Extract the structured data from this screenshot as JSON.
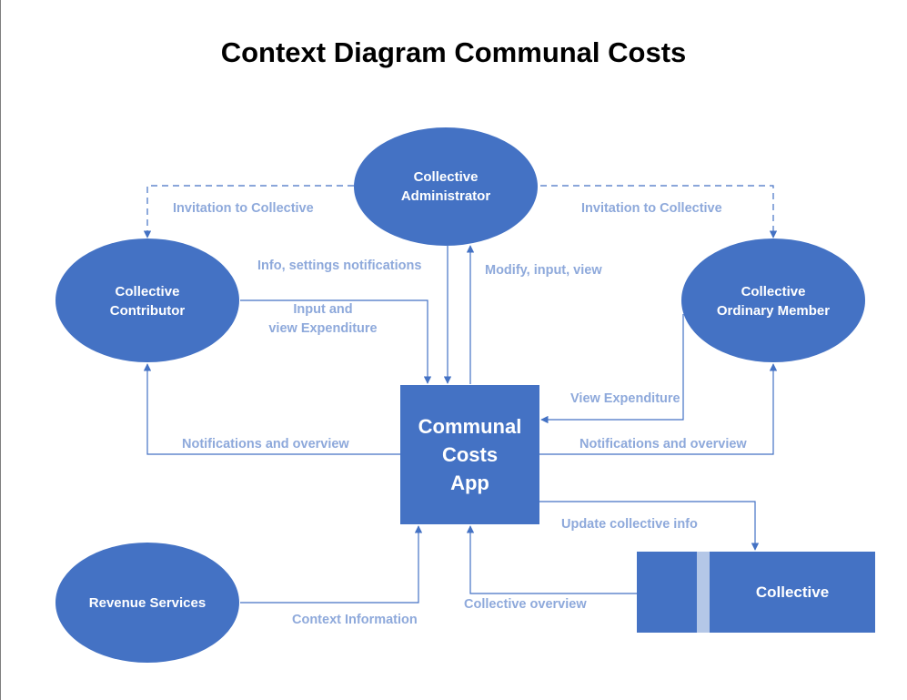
{
  "title": "Context Diagram Communal Costs",
  "colors": {
    "node_fill": "#4472c4",
    "line": "#4472c4",
    "flow_text": "#8ea9db",
    "store_divider": "#b4c7e7"
  },
  "nodes": {
    "administrator": "Collective\nAdministrator",
    "contributor": "Collective\nContributor",
    "ordinary_member": "Collective\nOrdinary Member",
    "app": "Communal\nCosts\nApp",
    "revenue_services": "Revenue Services",
    "collective_store": "Collective"
  },
  "flows": {
    "invitation_left": "Invitation to Collective",
    "invitation_right": "Invitation to Collective",
    "info_settings": "Info, settings notifications",
    "modify_input": "Modify, input, view",
    "input_view_expenditure": "Input and\nview Expenditure",
    "view_expenditure": "View Expenditure",
    "notifications_left": "Notifications and overview",
    "notifications_right": "Notifications and overview",
    "update_collective": "Update collective info",
    "collective_overview": "Collective overview",
    "context_information": "Context Information"
  }
}
